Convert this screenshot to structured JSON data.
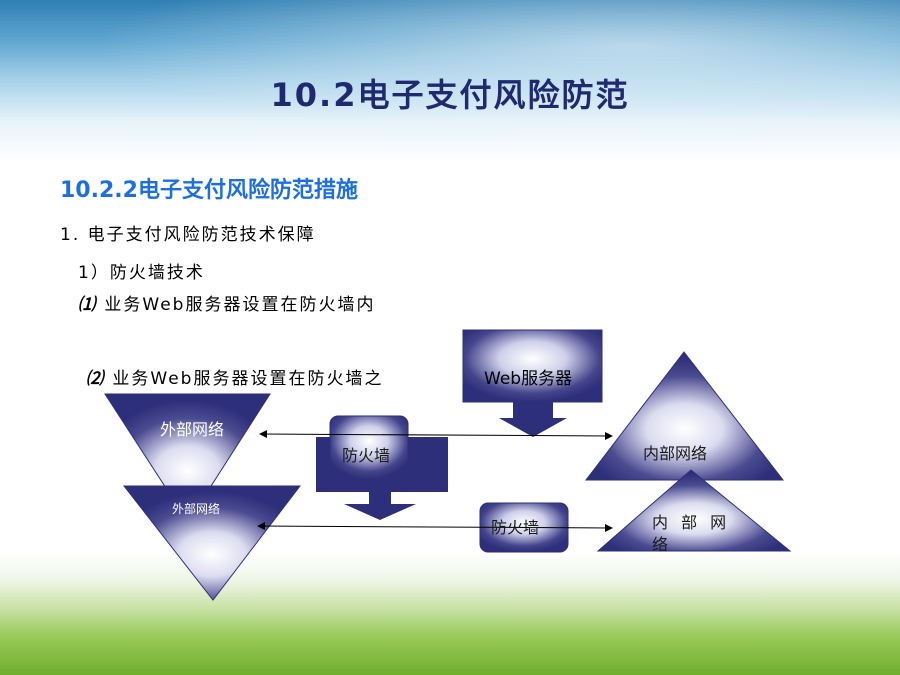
{
  "slide": {
    "title": "10.2电子支付风险防范",
    "subtitle": "10.2.2电子支付风险防范措施",
    "line1": "1. 电子支付风险防范技术保障",
    "line2": "1）防火墙技术",
    "line3_num": "⑴",
    "line3_text": " 业务Web服务器设置在防火墙内",
    "line4_num": "⑵",
    "line4_text": " 业务Web服务器设置在防火墙之"
  },
  "diagram": {
    "web_server": "Web服务器",
    "external_net_1": "外部网络",
    "external_net_2": "外部网络",
    "firewall_1": "防火墙",
    "firewall_2": "防火墙",
    "internal_net_1": "内部网络",
    "internal_net_2": "内 部 网 络"
  },
  "colors": {
    "title": "#1f2a6e",
    "subtitle": "#1d6fe0",
    "shape_fill": "#2e2f7a"
  }
}
